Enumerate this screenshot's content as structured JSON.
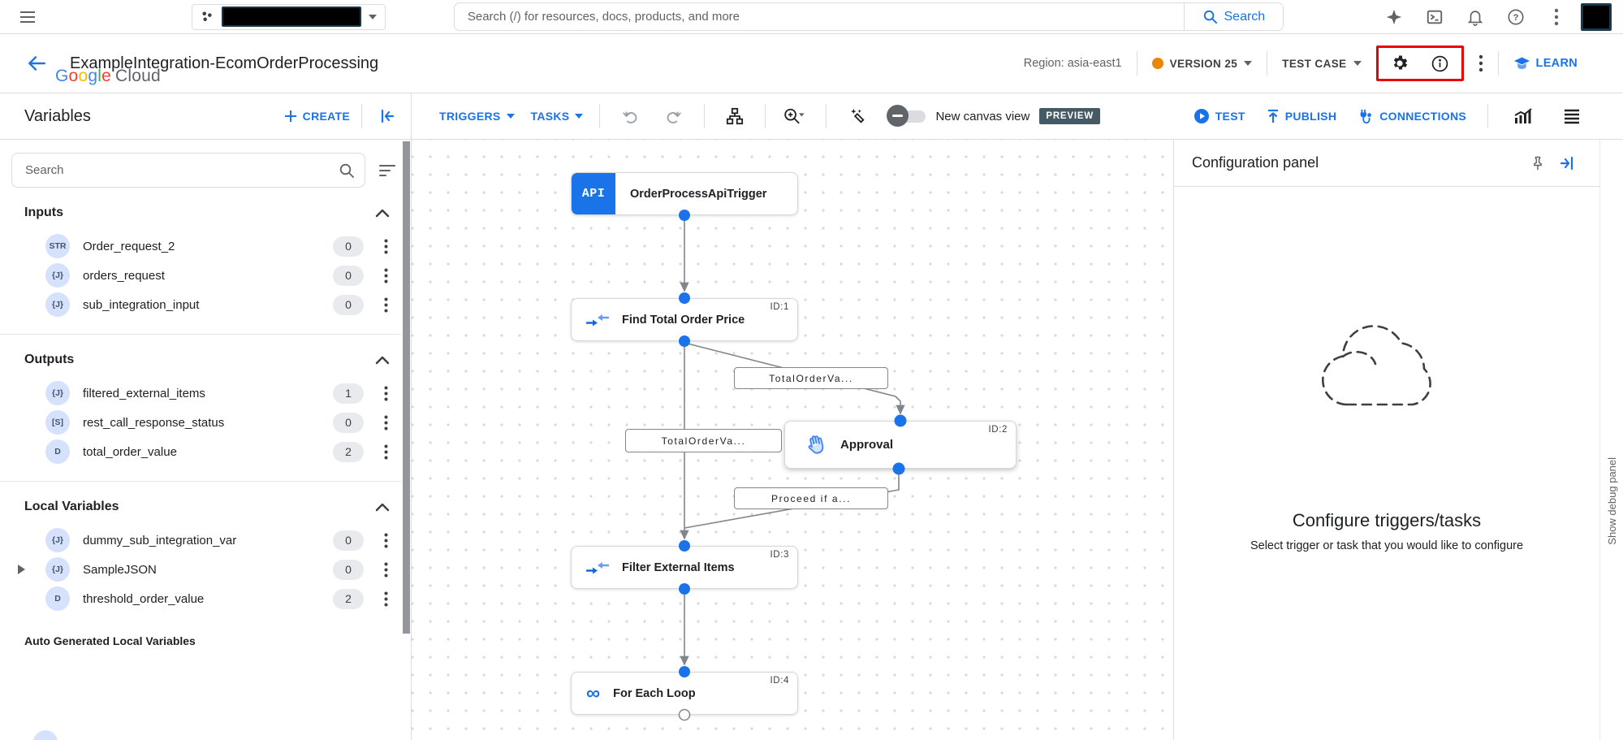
{
  "topbar": {
    "search_placeholder": "Search (/) for resources, docs, products, and more",
    "search_button_label": "Search",
    "brand_google": [
      "G",
      "o",
      "o",
      "g",
      "l",
      "e"
    ],
    "brand_cloud": "Cloud"
  },
  "header": {
    "title": "ExampleIntegration-EcomOrderProcessing",
    "region": "Region: asia-east1",
    "version_label": "VERSION 25",
    "test_case_label": "TEST CASE",
    "learn_label": "LEARN"
  },
  "toolbar": {
    "panel_title": "Variables",
    "create_label": "CREATE",
    "triggers_label": "TRIGGERS",
    "tasks_label": "TASKS",
    "new_canvas_view_label": "New canvas view",
    "preview_badge": "PREVIEW",
    "test_label": "TEST",
    "publish_label": "PUBLISH",
    "connections_label": "CONNECTIONS"
  },
  "sidebar": {
    "search_placeholder": "Search",
    "sections": [
      {
        "title": "Inputs",
        "items": [
          {
            "type": "STR",
            "name": "Order_request_2",
            "count": "0"
          },
          {
            "type": "{J}",
            "name": "orders_request",
            "count": "0"
          },
          {
            "type": "{J}",
            "name": "sub_integration_input",
            "count": "0"
          }
        ]
      },
      {
        "title": "Outputs",
        "items": [
          {
            "type": "{J}",
            "name": "filtered_external_items",
            "count": "1"
          },
          {
            "type": "[S]",
            "name": "rest_call_response_status",
            "count": "0"
          },
          {
            "type": "D",
            "name": "total_order_value",
            "count": "2"
          }
        ]
      },
      {
        "title": "Local Variables",
        "items": [
          {
            "type": "{J}",
            "name": "dummy_sub_integration_var",
            "count": "0"
          },
          {
            "type": "{J}",
            "name": "SampleJSON",
            "count": "0"
          },
          {
            "type": "D",
            "name": "threshold_order_value",
            "count": "2"
          }
        ]
      }
    ],
    "auto_generated_title": "Auto Generated Local Variables"
  },
  "canvas": {
    "api_chip": "API",
    "nodes": [
      {
        "id_label": "",
        "label": "OrderProcessApiTrigger"
      },
      {
        "id_label": "ID:1",
        "label": "Find Total Order Price"
      },
      {
        "id_label": "ID:2",
        "label": "Approval"
      },
      {
        "id_label": "ID:3",
        "label": "Filter External Items"
      },
      {
        "id_label": "ID:4",
        "label": "For Each Loop"
      }
    ],
    "edge_labels": [
      "TotalOrderVa...",
      "TotalOrderVa...",
      "Proceed if a..."
    ]
  },
  "config_panel": {
    "title": "Configuration panel",
    "empty_heading": "Configure triggers/tasks",
    "empty_subtext": "Select trigger or task that you would like to configure"
  },
  "debug_rail": {
    "label": "Show debug panel"
  },
  "icons": {
    "for_each_loop": "∞"
  },
  "colors": {
    "accent_blue": "#1a73e8",
    "highlight_red": "#ea0000",
    "version_dot_orange": "#ea8600",
    "preview_badge_bg": "#455a64",
    "type_badge_bg": "#d6e2fb",
    "count_pill_bg": "#e9eaee"
  }
}
